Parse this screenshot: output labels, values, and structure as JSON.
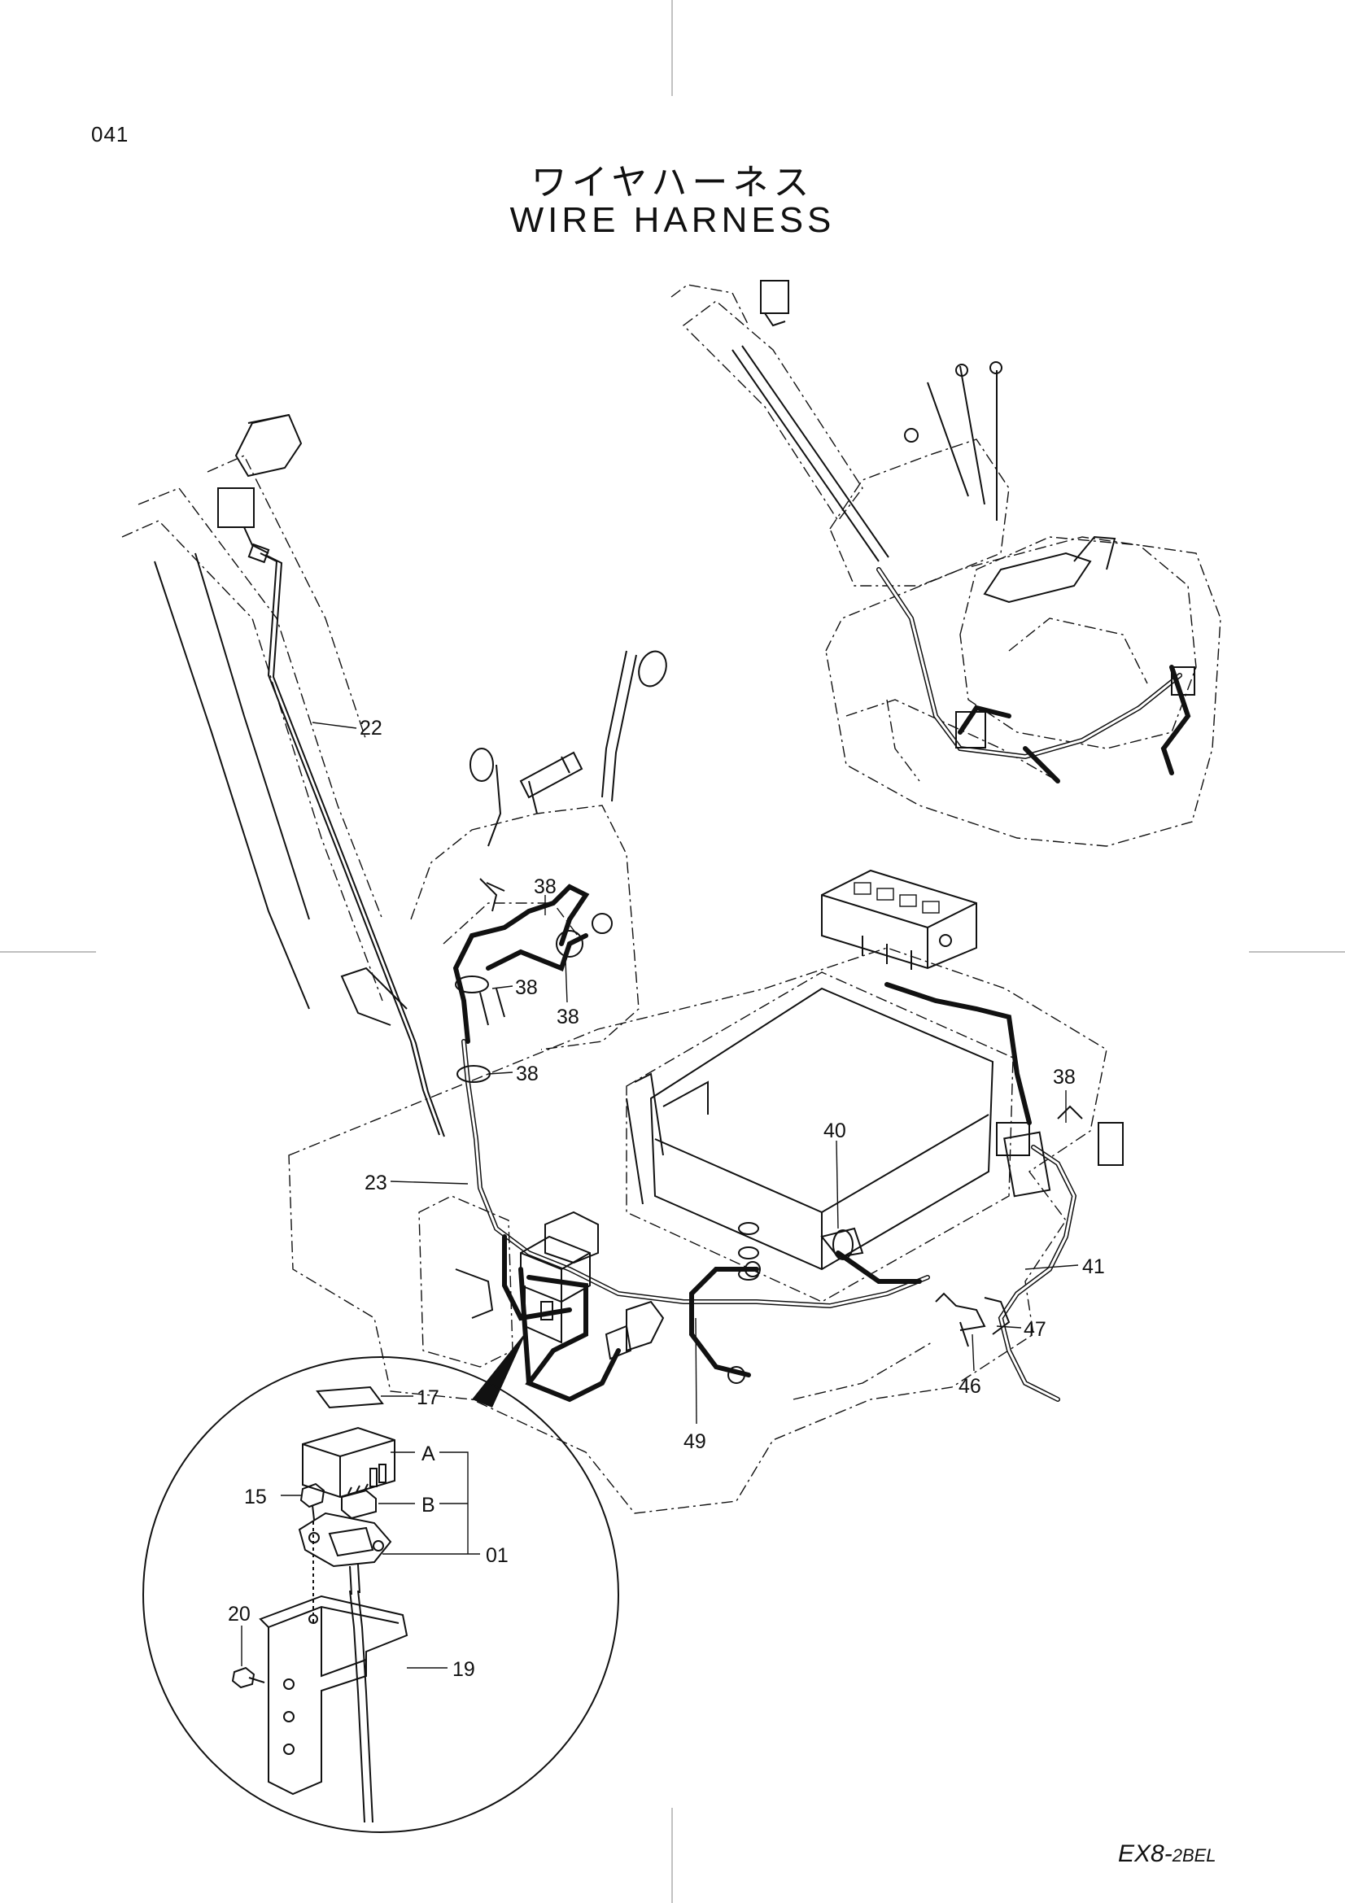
{
  "page_number": "041",
  "title_japanese": "ワイヤハーネス",
  "title_english": "WIRE  HARNESS",
  "model": {
    "main": "EX8-",
    "suffix": "2BEL"
  },
  "callouts": {
    "c22": "22",
    "c23": "23",
    "c38a": "38",
    "c38b": "38",
    "c38c": "38",
    "c38d": "38",
    "c38e": "38",
    "c40": "40",
    "c41": "41",
    "c46": "46",
    "c47": "47",
    "c49": "49",
    "c17": "17",
    "cA": "A",
    "cB": "B",
    "c15": "15",
    "c01": "01",
    "c20": "20",
    "c19": "19"
  }
}
